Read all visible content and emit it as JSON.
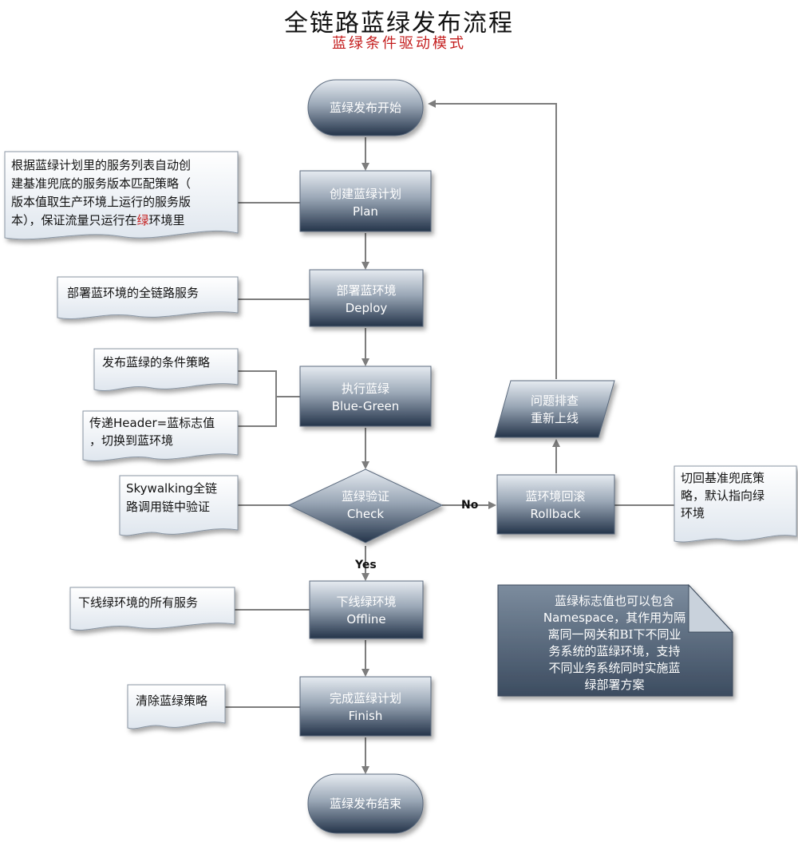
{
  "title": "全链路蓝绿发布流程",
  "subtitle": "蓝绿条件驱动模式",
  "nodes": {
    "start": "蓝绿发布开始",
    "plan": [
      "创建蓝绿计划",
      "Plan"
    ],
    "deploy": [
      "部署蓝环境",
      "Deploy"
    ],
    "bluegreen": [
      "执行蓝绿",
      "Blue-Green"
    ],
    "check": [
      "蓝绿验证",
      "Check"
    ],
    "rollback": [
      "蓝环境回滚",
      "Rollback"
    ],
    "relaunch": [
      "问题排查",
      "重新上线"
    ],
    "offline": [
      "下线绿环境",
      "Offline"
    ],
    "finish": [
      "完成蓝绿计划",
      "Finish"
    ],
    "end": "蓝绿发布结束"
  },
  "edges": {
    "no": "No",
    "yes": "Yes"
  },
  "notes": {
    "plan_note": [
      "根据蓝绿计划里的服务列表自动创",
      "建基准兜底的服务版本匹配策略（",
      "版本值取生产环境上运行的服务版",
      "本），保证流量只运行在",
      "绿",
      "环境里"
    ],
    "deploy_note": "部署蓝环境的全链路服务",
    "strategy_note": "发布蓝绿的条件策略",
    "header_note": [
      "传递Header=蓝标志值",
      "，切换到蓝环境"
    ],
    "skywalking_note": [
      "Skywalking全链",
      "路调用链中验证"
    ],
    "rollback_note": [
      "切回基准兜底策",
      "略，默认指向绿",
      "环境"
    ],
    "offline_note": "下线绿环境的所有服务",
    "finish_note": "清除蓝绿策略",
    "namespace_note": [
      "蓝绿标志值也可以包含",
      "Namespace，其作用为隔",
      "离同一网关和BI下不同业",
      "务系统的蓝绿环境，支持",
      "不同业务系统同时实施蓝",
      "绿部署方案"
    ]
  },
  "colors": {
    "box_dark": "#2b3b4f",
    "box_light": "#e3e8ee",
    "accent_red": "#c41e1e",
    "line": "#7d7d7d"
  }
}
